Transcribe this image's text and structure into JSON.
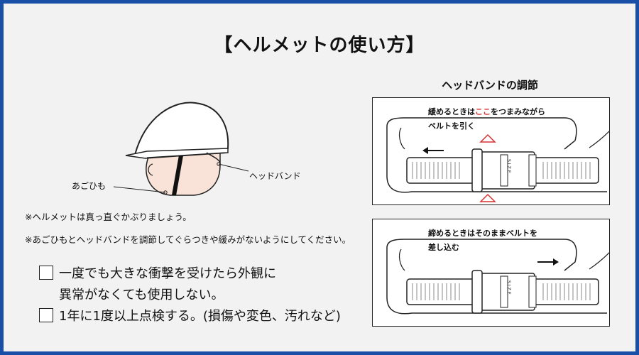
{
  "title": "【ヘルメットの使い方】",
  "figure": {
    "chin_strap_label": "あごひも",
    "head_band_label": "ヘッドバンド"
  },
  "notes": [
    "※ヘルメットは真っ直ぐかぶりましょう。",
    "※あごひもとヘッドバンドを調節してぐらつきや緩みがないようにしてください。"
  ],
  "checklist": [
    {
      "line1": "一度でも大きな衝撃を受けたら外観に",
      "line2": "異常がなくても使用しない。"
    },
    {
      "line1": "1年に1度以上点検する。(損傷や変色、汚れなど)"
    }
  ],
  "adjust": {
    "title": "ヘッドバンドの調節",
    "loosen": {
      "text_a": "緩めるときは",
      "text_highlight": "ここ",
      "text_b": "をつまみながら",
      "text_line2": "ベルトを引く"
    },
    "tighten": {
      "text_line1": "締めるときはそのままベルトを",
      "text_line2": "差し込む"
    },
    "size_mark": "SIZE",
    "highlight_color": "#d63232"
  }
}
